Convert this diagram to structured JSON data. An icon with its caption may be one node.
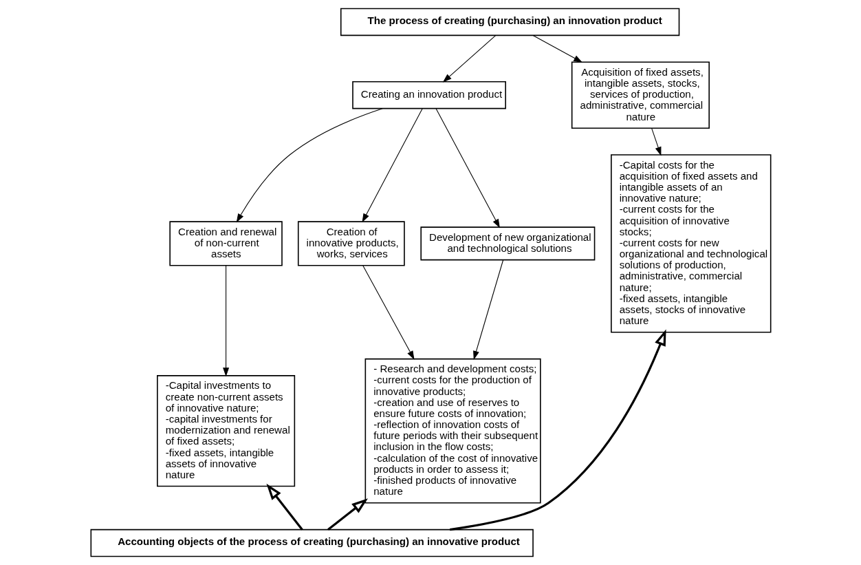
{
  "diagram": {
    "nodes": [
      {
        "text": [
          "The process of creating (purchasing) an innovation product"
        ]
      },
      {
        "text": [
          "Creating an innovation product"
        ]
      },
      {
        "text": [
          "Acquisition of fixed assets, intangible assets, stocks, services of production, administrative, commercial nature"
        ]
      },
      {
        "text": [
          "Creation and renewal of non-current assets"
        ]
      },
      {
        "text": [
          "Creation of innovative products, works, services"
        ]
      },
      {
        "text": [
          "Development of new organizational and technological solutions"
        ]
      },
      {
        "text": [
          "-Capital investments to create non-current assets of innovative nature;",
          "-capital investments for modernization and renewal of fixed assets;",
          "-fixed assets, intangible assets of innovative nature"
        ]
      },
      {
        "text": [
          "- Research and development costs;",
          "-current costs for the production of innovative products;",
          "-creation and use of reserves to ensure future costs of innovation;",
          "-reflection of innovation costs of future periods with their subsequent inclusion in the flow costs;",
          "-calculation of the cost of innovative products in order to assess it;",
          "-finished products of innovative nature"
        ]
      },
      {
        "text": [
          "-Capital costs for the acquisition of fixed assets and intangible assets of an innovative nature;",
          "-current costs for the acquisition of innovative stocks;",
          "-current costs for new organizational and technological solutions of production, administrative, commercial nature;",
          "-fixed assets, intangible assets, stocks of innovative nature"
        ]
      },
      {
        "text": [
          "Accounting objects of the process of creating (purchasing) an innovative product"
        ]
      }
    ],
    "edges": [
      {
        "from": 0,
        "to": 1,
        "arrow": "to"
      },
      {
        "from": 0,
        "to": 2,
        "arrow": "to"
      },
      {
        "from": 1,
        "to": 3,
        "arrow": "to"
      },
      {
        "from": 1,
        "to": 4,
        "arrow": "to"
      },
      {
        "from": 1,
        "to": 5,
        "arrow": "to"
      },
      {
        "from": 3,
        "to": 6,
        "arrow": "to"
      },
      {
        "from": 4,
        "to": 7,
        "arrow": "to"
      },
      {
        "from": 5,
        "to": 7,
        "arrow": "to"
      },
      {
        "from": 2,
        "to": 8,
        "arrow": "to"
      },
      {
        "from": 9,
        "to": 6,
        "arrow": "to",
        "style": "thick"
      },
      {
        "from": 9,
        "to": 7,
        "arrow": "to",
        "style": "thick"
      },
      {
        "from": 9,
        "to": 8,
        "arrow": "to",
        "style": "thick"
      }
    ]
  }
}
